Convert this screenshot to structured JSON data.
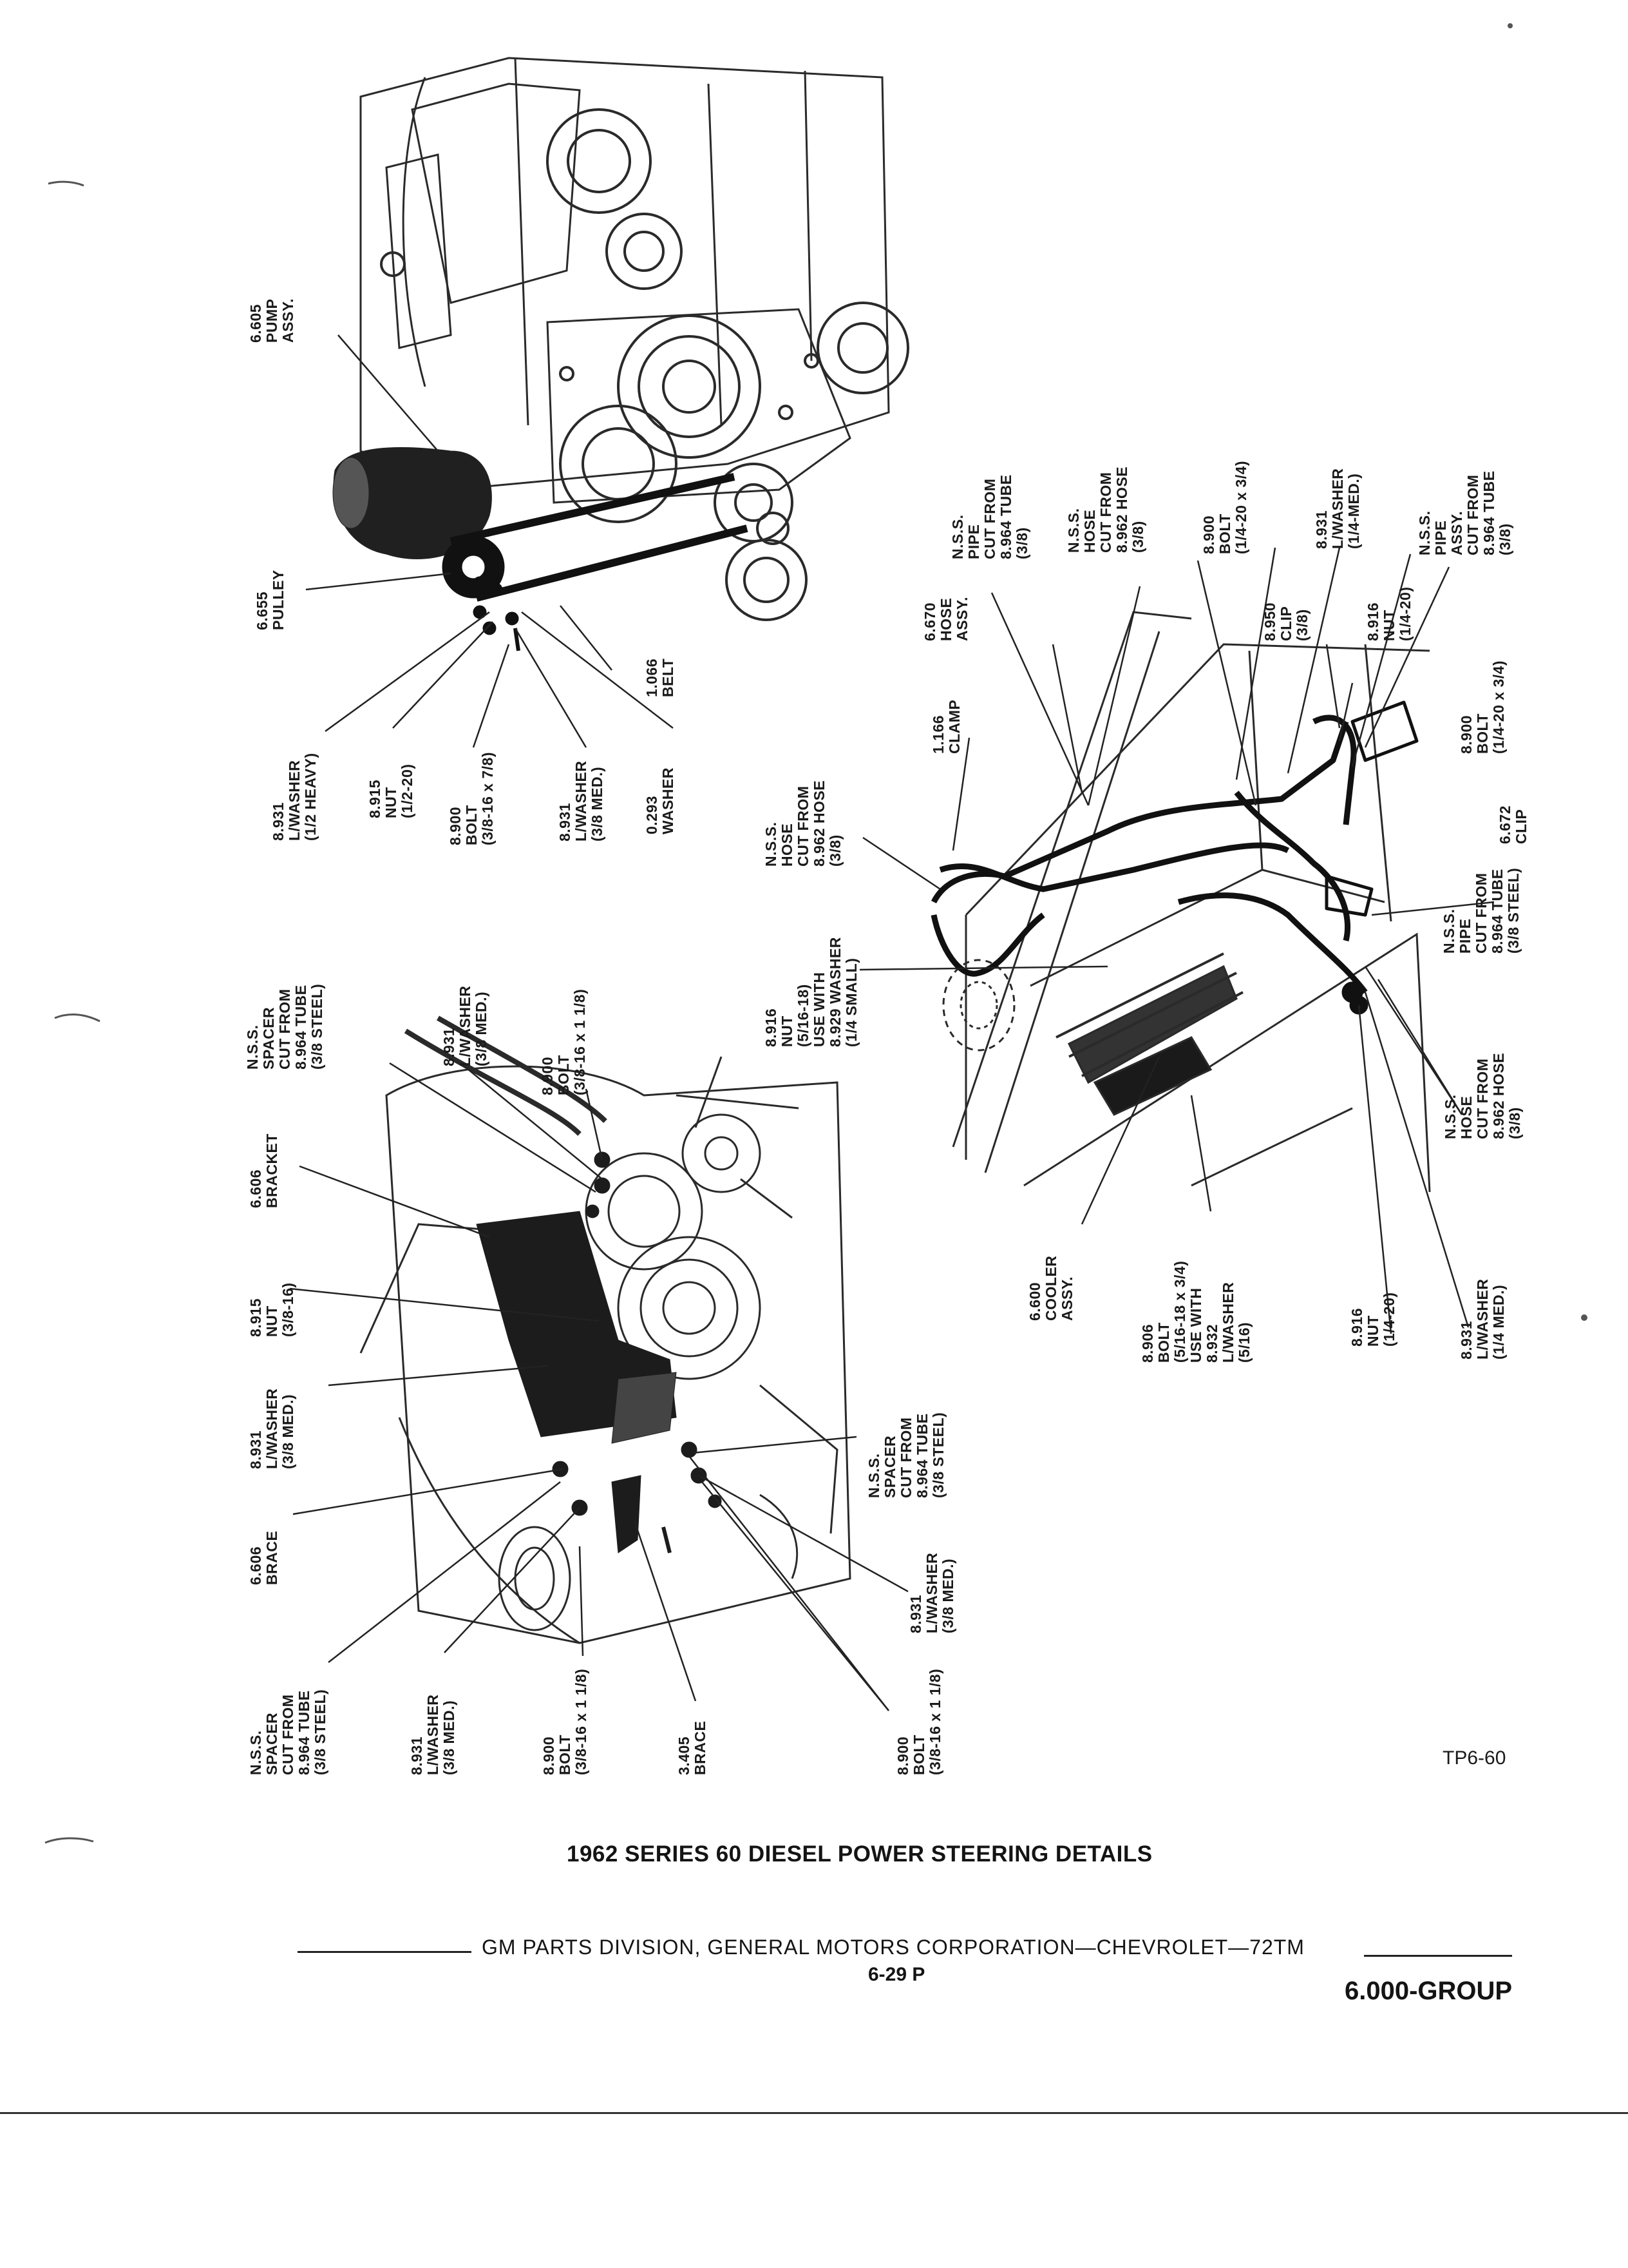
{
  "top_group": {
    "pump_assy": [
      "6.605",
      "PUMP",
      "ASSY."
    ],
    "pulley": [
      "6.655",
      "PULLEY"
    ],
    "belt": [
      "1.066",
      "BELT"
    ],
    "lwasher_heavy": [
      "8.931",
      "L/WASHER",
      "(1/2 HEAVY)"
    ],
    "nut": [
      "8.915",
      "NUT",
      "(1/2-20)"
    ],
    "bolt": [
      "8.900",
      "BOLT",
      "(3/8-16 x 7/8)"
    ],
    "lwasher_med": [
      "8.931",
      "L/WASHER",
      "(3/8 MED.)"
    ],
    "washer": [
      "0.293",
      "WASHER"
    ]
  },
  "cooler_group": {
    "pipe_top": [
      "N.S.S.",
      "PIPE",
      "CUT FROM",
      "8.964 TUBE",
      "(3/8)"
    ],
    "hose_top": [
      "N.S.S.",
      "HOSE",
      "CUT FROM",
      "8.962 HOSE",
      "(3/8)"
    ],
    "bolt_top": [
      "8.900",
      "BOLT",
      "(1/4-20 x 3/4)"
    ],
    "lwasher_top": [
      "8.931",
      "L/WASHER",
      "(1/4-MED.)"
    ],
    "pipe_assy": [
      "N.S.S.",
      "PIPE",
      "ASSY.",
      "CUT FROM",
      "8.964 TUBE",
      "(3/8)"
    ],
    "hose_assy": [
      "6.670",
      "HOSE",
      "ASSY."
    ],
    "clip_6950": [
      "8.950",
      "CLIP",
      "(3/8)"
    ],
    "nut_916_top": [
      "8.916",
      "NUT",
      "(1/4-20)"
    ],
    "clamp": [
      "1.166",
      "CLAMP"
    ],
    "bolt_mid": [
      "8.900",
      "BOLT",
      "(1/4-20 x 3/4)"
    ],
    "hose_left": [
      "N.S.S.",
      "HOSE",
      "CUT FROM",
      "8.962 HOSE",
      "(3/8)"
    ],
    "clip_6672": [
      "6.672",
      "CLIP"
    ],
    "nut_washer": [
      "8.916",
      "NUT",
      "(5/16-18)",
      "USE WITH",
      "8.929 WASHER",
      "(1/4 SMALL)"
    ],
    "pipe_steel": [
      "N.S.S.",
      "PIPE",
      "CUT FROM",
      "8.964 TUBE",
      "(3/8 STEEL)"
    ],
    "hose_bottom": [
      "N.S.S.",
      "HOSE",
      "CUT FROM",
      "8.962 HOSE",
      "(3/8)"
    ],
    "cooler_assy": [
      "6.600",
      "COOLER",
      "ASSY."
    ],
    "bolt_use_with": [
      "8.906",
      "BOLT",
      "(5/16-18 x 3/4)",
      "USE WITH",
      "8.932",
      "L/WASHER",
      "(5/16)"
    ],
    "nut_916_bottom": [
      "8.916",
      "NUT",
      "(1/4-20)"
    ],
    "lwasher_bottom": [
      "8.931",
      "L/WASHER",
      "(1/4 MED.)"
    ]
  },
  "bracket_group": {
    "spacer_top": [
      "N.S.S.",
      "SPACER",
      "CUT FROM",
      "8.964 TUBE",
      "(3/8 STEEL)"
    ],
    "lwasher_top": [
      "8.931",
      "L/WASHER",
      "(3/8 MED.)"
    ],
    "bolt_top": [
      "8.900",
      "BOLT",
      "(3/8-16 x 1 1/8)"
    ],
    "bracket": [
      "6.606",
      "BRACKET"
    ],
    "nut": [
      "8.915",
      "NUT",
      "(3/8-16)"
    ],
    "lwasher_mid": [
      "8.931",
      "L/WASHER",
      "(3/8 MED.)"
    ],
    "brace_6606": [
      "6.606",
      "BRACE"
    ],
    "spacer_left": [
      "N.S.S.",
      "SPACER",
      "CUT FROM",
      "8.964 TUBE",
      "(3/8 STEEL)"
    ],
    "lwasher_low": [
      "8.931",
      "L/WASHER",
      "(3/8 MED.)"
    ],
    "bolt_low": [
      "8.900",
      "BOLT",
      "(3/8-16 x 1 1/8)"
    ],
    "brace_3405": [
      "3.405",
      "BRACE"
    ],
    "bolt_bottom": [
      "8.900",
      "BOLT",
      "(3/8-16 x 1 1/8)"
    ],
    "spacer_right": [
      "N.S.S.",
      "SPACER",
      "CUT FROM",
      "8.964 TUBE",
      "(3/8 STEEL)"
    ],
    "lwasher_right": [
      "8.931",
      "L/WASHER",
      "(3/8 MED.)"
    ]
  },
  "figure_id": "TP6-60",
  "caption": "1962 SERIES 60 DIESEL POWER STEERING DETAILS",
  "footer": {
    "publisher": "GM PARTS DIVISION, GENERAL MOTORS CORPORATION—CHEVROLET—72TM",
    "page": "6-29  P",
    "group": "6.000-GROUP"
  }
}
